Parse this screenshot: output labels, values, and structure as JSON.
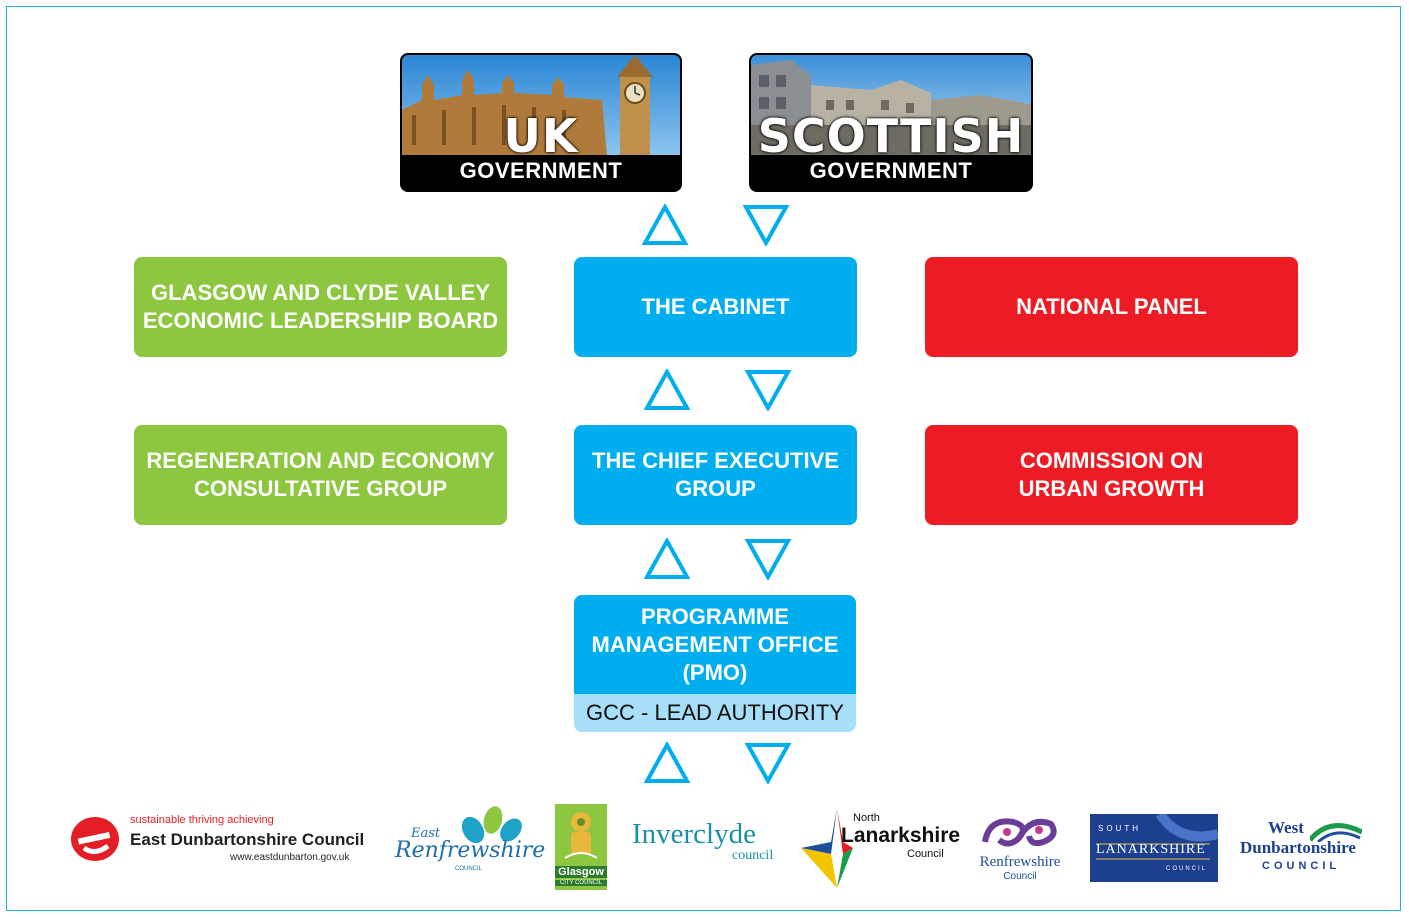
{
  "government": {
    "uk": {
      "big": "UK",
      "sub": "GOVERNMENT"
    },
    "scottish": {
      "big": "SCOTTISH",
      "sub": "GOVERNMENT"
    }
  },
  "boxes": {
    "leadership_board": [
      "GLASGOW AND CLYDE VALLEY",
      "ECONOMIC LEADERSHIP BOARD"
    ],
    "cabinet": [
      "THE CABINET"
    ],
    "national_panel": [
      "NATIONAL PANEL"
    ],
    "consultative_group": [
      "REGENERATION AND ECONOMY",
      "CONSULTATIVE GROUP"
    ],
    "chief_executive": [
      "THE CHIEF EXECUTIVE",
      "GROUP"
    ],
    "commission": [
      "COMMISSION ON",
      "URBAN GROWTH"
    ],
    "pmo": [
      "PROGRAMME",
      "MANAGEMENT OFFICE",
      "(PMO)"
    ],
    "pmo_label": "GCC - LEAD AUTHORITY"
  },
  "colors": {
    "green": "#8dc63f",
    "blue": "#00aeef",
    "red": "#ed1c24",
    "light_blue": "#a6dff7",
    "frame": "#29abe2"
  },
  "logos": {
    "east_dunbartonshire": {
      "tagline": "sustainable thriving achieving",
      "name": "East Dunbartonshire Council",
      "url": "www.eastdunbarton.gov.uk"
    },
    "east_renfrewshire": {
      "line1": "East",
      "line2": "Renfrewshire",
      "line3": "COUNCIL"
    },
    "glasgow": {
      "line1": "Glasgow",
      "line2": "CITY COUNCIL"
    },
    "inverclyde": {
      "line1": "Inverclyde",
      "line2": "council"
    },
    "north_lanarkshire": {
      "line1": "North",
      "line2": "Lanarkshire",
      "line3": "Council"
    },
    "renfrewshire": {
      "line1": "Renfrewshire",
      "line2": "Council"
    },
    "south_lanarkshire": {
      "line1": "SOUTH",
      "line2": "LANARKSHIRE",
      "line3": "COUNCIL"
    },
    "west_dunbartonshire": {
      "line1": "West",
      "line2": "Dunbartonshire",
      "line3": "COUNCIL"
    }
  }
}
